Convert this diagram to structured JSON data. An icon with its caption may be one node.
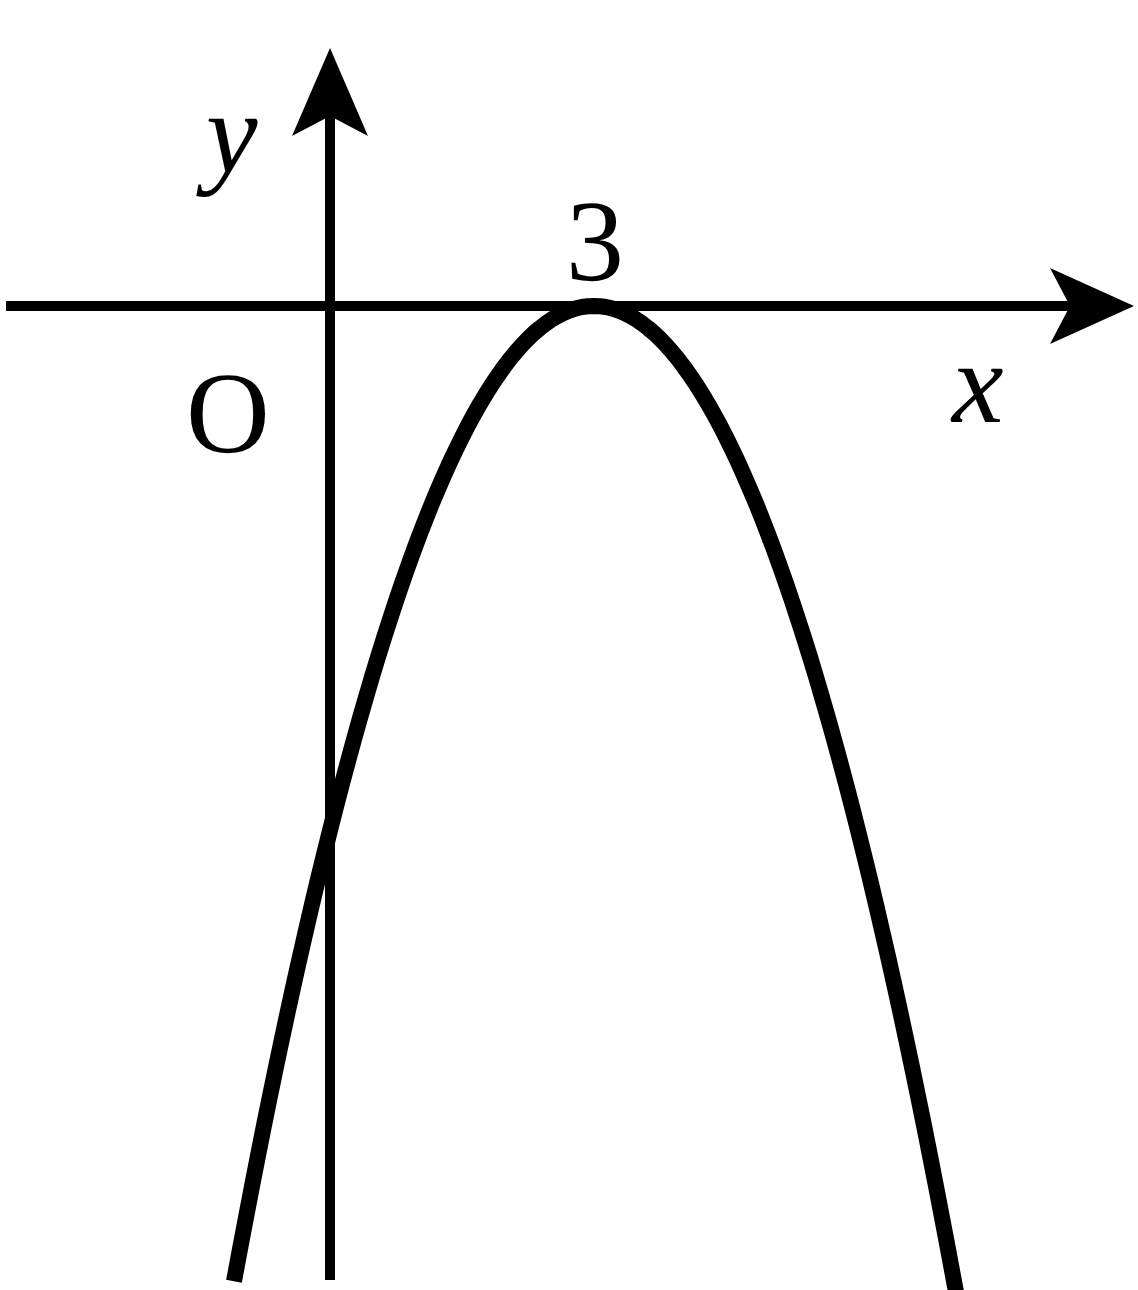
{
  "diagram": {
    "labels": [
      "y",
      "O",
      "3",
      "x"
    ]
  }
}
